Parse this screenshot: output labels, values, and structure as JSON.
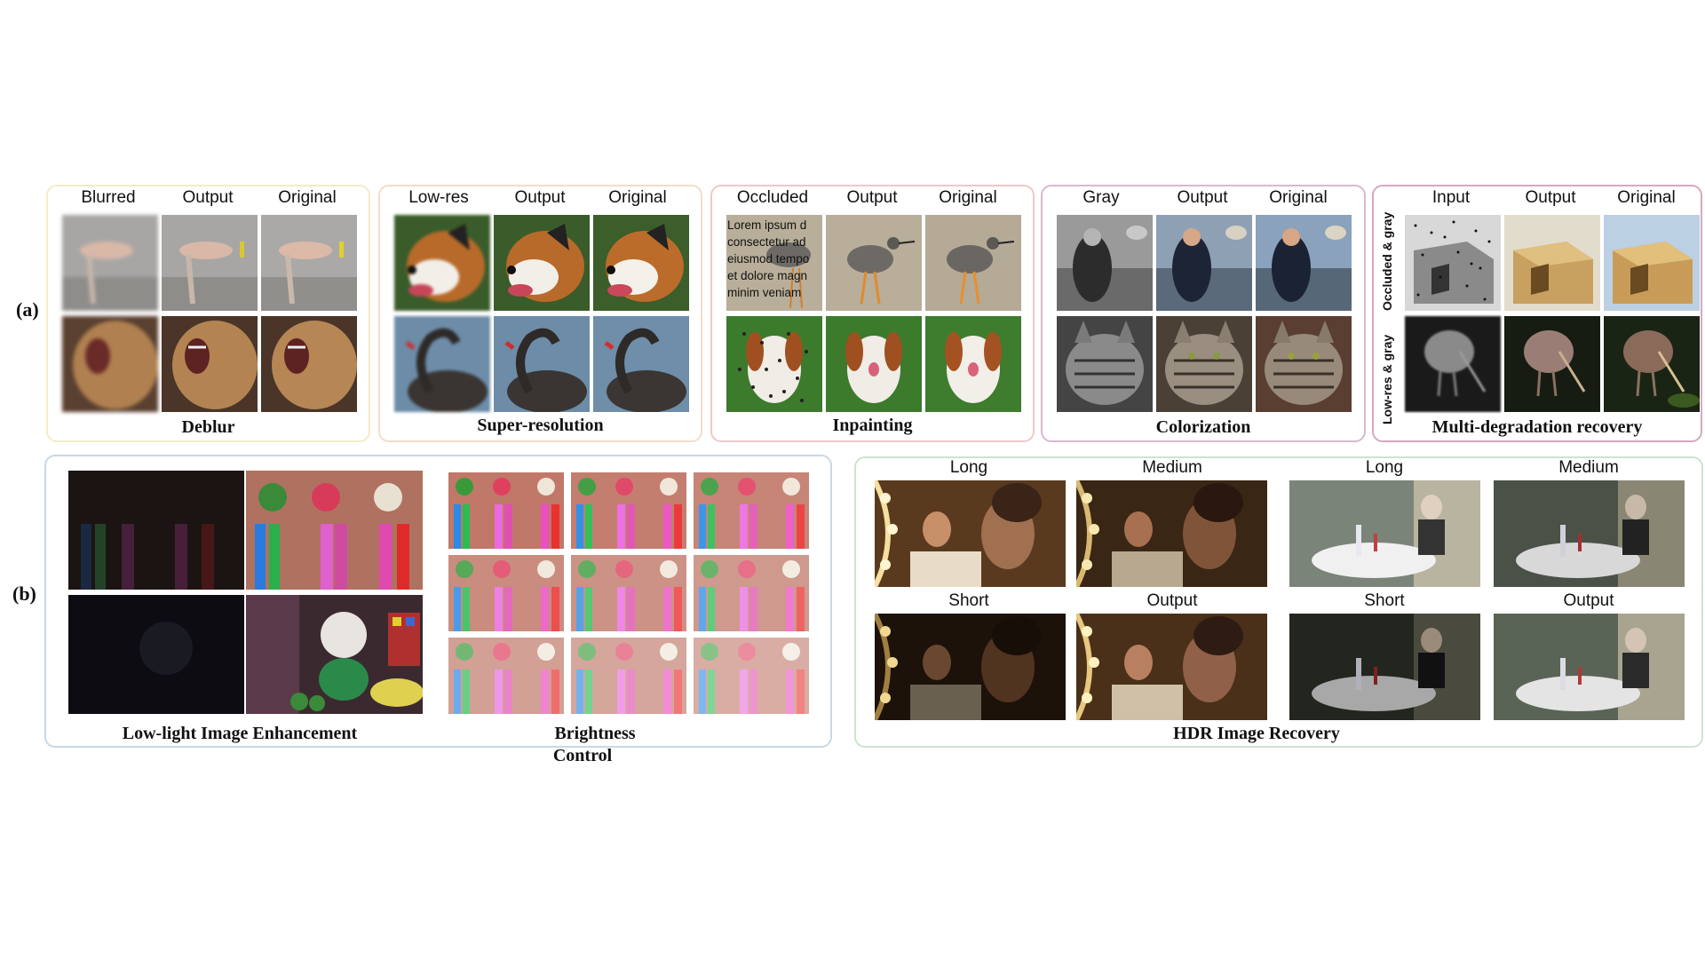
{
  "row_labels": {
    "a": "(a)",
    "b": "(b)"
  },
  "deblur": {
    "headers": [
      "Blurred",
      "Output",
      "Original"
    ],
    "title": "Deblur"
  },
  "superres": {
    "headers": [
      "Low-res",
      "Output",
      "Original"
    ],
    "title": "Super-resolution"
  },
  "inpainting": {
    "headers": [
      "Occluded",
      "Output",
      "Original"
    ],
    "title": "Inpainting",
    "occlusion_text": [
      "Lorem ipsum d",
      "consectetur ad",
      "eiusmod tempo",
      "et dolore magn",
      "minim veniam"
    ]
  },
  "colorization": {
    "headers": [
      "Gray",
      "Output",
      "Original"
    ],
    "title": "Colorization"
  },
  "multideg": {
    "headers": [
      "Input",
      "Output",
      "Original"
    ],
    "title": "Multi-degradation recovery",
    "row_labels": [
      "Occluded & gray",
      "Low-res & gray"
    ]
  },
  "lowlight": {
    "title": "Low-light Image Enhancement"
  },
  "brightness": {
    "title_line1": "Brightness",
    "title_line2": "Control"
  },
  "hdr": {
    "title": "HDR Image Recovery",
    "left_headers": [
      "Long",
      "Medium",
      "Short",
      "Output"
    ],
    "right_headers": [
      "Long",
      "Medium",
      "Short",
      "Output"
    ]
  },
  "colors": {
    "panel_deblur": "#f3ecc6",
    "panel_superres": "#f3dcc8",
    "panel_inpainting": "#efc8c8",
    "panel_colorization": "#d8b8d0",
    "panel_multideg": "#d6a8bf",
    "panel_lowlight": "#c8d8e6",
    "panel_hdr": "#cfe2cf"
  }
}
